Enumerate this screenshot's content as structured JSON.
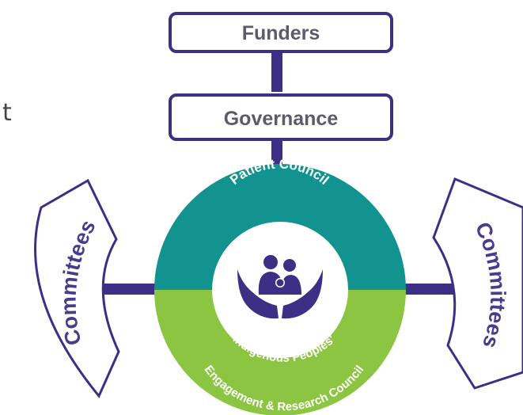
{
  "colors": {
    "purple": "#3e2f86",
    "teal": "#12938f",
    "green": "#8cc541",
    "label_gray": "#5b5b6b",
    "white": "#ffffff"
  },
  "edge_text": "t",
  "funders": {
    "label": "Funders"
  },
  "governance": {
    "label": "Governance"
  },
  "patient_council": {
    "label": "Patient Council"
  },
  "ipe_council": {
    "line1": "Indigenous Peoples’",
    "line2": "Engagement & Research Council"
  },
  "committees_left": {
    "label": "Committees"
  },
  "committees_right": {
    "label": "Committees"
  },
  "center_icon": "family-in-hands-icon"
}
